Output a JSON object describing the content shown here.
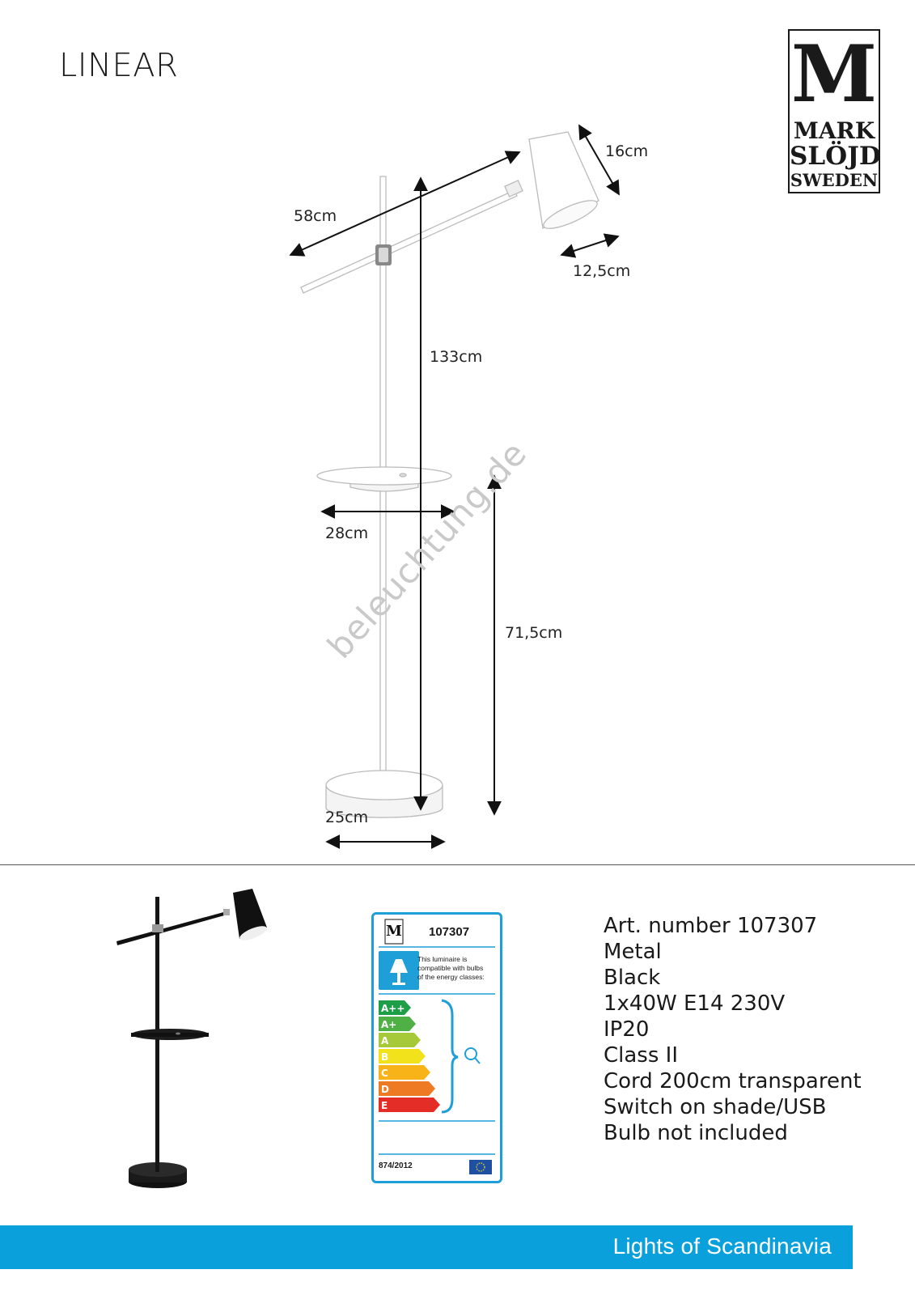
{
  "product": {
    "title": "LINEAR"
  },
  "brand": {
    "m": "M",
    "line1": "MARK",
    "line2": "SLÖJD",
    "line3": "SWEDEN"
  },
  "dimensions": {
    "shade_len": "16cm",
    "arm": "58cm",
    "shade_dia": "12,5cm",
    "height": "133cm",
    "table": "28cm",
    "table_height": "71,5cm",
    "base": "25cm"
  },
  "watermark": "beleuchtung.de",
  "energy_label": {
    "article": "107307",
    "info_line1": "This luminaire is",
    "info_line2": "compatible with bulbs",
    "info_line3": "of the energy classes:",
    "classes": [
      "A++",
      "A+",
      "A",
      "B",
      "C",
      "D",
      "E"
    ],
    "regulation": "874/2012",
    "colors": [
      "#1f9e48",
      "#4fb046",
      "#a6c93a",
      "#f1e21c",
      "#f8b318",
      "#ee7a23",
      "#e52d27"
    ]
  },
  "specs": [
    "Art. number 107307",
    "Metal",
    "Black",
    "1x40W E14 230V",
    "IP20",
    "Class II",
    "Cord 200cm transparent",
    "Switch on shade/USB",
    "Bulb not included"
  ],
  "footer": {
    "tagline": "Lights of Scandinavia"
  },
  "colors": {
    "accent": "#0aa0dc",
    "label_border": "#1f9fd8"
  }
}
